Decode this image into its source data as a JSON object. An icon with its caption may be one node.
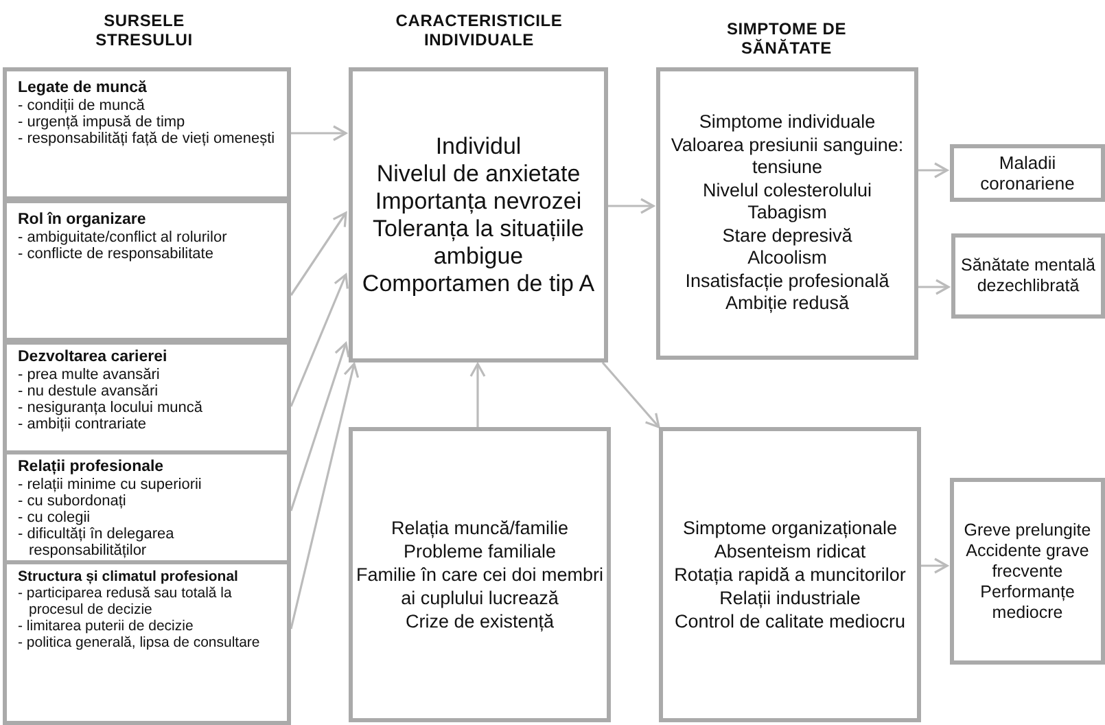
{
  "diagram": {
    "nodes": [
      {
        "text": [
          "Legate de muncă",
          "- condiții de muncă",
          "- urgență impusă de timp",
          "- responsabilități față de vieți omenești"
        ]
      },
      {
        "text": [
          "Rol în organizare",
          "- ambiguitate/conflict al rolurilor",
          "- conflicte de responsabilitate"
        ]
      },
      {
        "text": [
          "Dezvoltarea carierei",
          "- prea multe avansări",
          "- nu destule avansări",
          "- nesiguranța locului muncă",
          "- ambiții contrariate"
        ]
      },
      {
        "text": [
          "Relații profesionale",
          "- relații minime cu superiorii",
          "- cu subordonați",
          "- cu colegii",
          "- dificultăți în delegarea responsabilităților"
        ]
      },
      {
        "text": [
          "Structura și climatul profesional",
          "- participarea redusă sau totală la procesul de decizie",
          "- limitarea puterii de decizie",
          "- politica generală, lipsa de consultare"
        ]
      },
      {
        "text": [
          "Individul",
          "Nivelul de anxietate",
          "Importanța nevrozei",
          "Toleranța la situațiile ambigue",
          "Comportamen de tip A"
        ]
      },
      {
        "text": [
          "Relația muncă/familie",
          "Probleme familiale",
          "Familie în care cei doi membri ai cuplului lucrează",
          "Crize de existență"
        ]
      },
      {
        "text": [
          "Simptome individuale",
          "Valoarea presiunii sanguine: tensiune",
          "Nivelul colesterolului",
          "Tabagism",
          "Stare depresivă",
          "Alcoolism",
          "Insatisfacție profesională",
          "Ambiție redusă"
        ]
      },
      {
        "text": [
          "Maladii coronariene"
        ]
      },
      {
        "text": [
          "Sănătate mentală dezechlibrată"
        ]
      },
      {
        "text": [
          "Simptome organizaționale",
          "Absenteism ridicat",
          "Rotația rapidă a muncitorilor",
          "Relații industriale",
          "Control de calitate mediocru"
        ]
      },
      {
        "text": [
          "Greve prelungite",
          "Accidente grave frecvente",
          "Performanțe mediocre"
        ]
      }
    ],
    "edges": [
      {
        "from": 0,
        "to": 5,
        "arrow": "to"
      },
      {
        "from": 1,
        "to": 5,
        "arrow": "to"
      },
      {
        "from": 2,
        "to": 5,
        "arrow": "to"
      },
      {
        "from": 3,
        "to": 5,
        "arrow": "to"
      },
      {
        "from": 4,
        "to": 5,
        "arrow": "to"
      },
      {
        "from": 6,
        "to": 5,
        "arrow": "to"
      },
      {
        "from": 5,
        "to": 7,
        "arrow": "to"
      },
      {
        "from": 5,
        "to": 10,
        "arrow": "to"
      },
      {
        "from": 7,
        "to": 8,
        "arrow": "to"
      },
      {
        "from": 7,
        "to": 9,
        "arrow": "to"
      },
      {
        "from": 10,
        "to": 11,
        "arrow": "to"
      }
    ],
    "labels": [
      "SURSELE STRESULUI",
      "CARACTERISTICILE INDIVIDUALE",
      "SIMPTOME DE SĂNĂTATE"
    ]
  }
}
